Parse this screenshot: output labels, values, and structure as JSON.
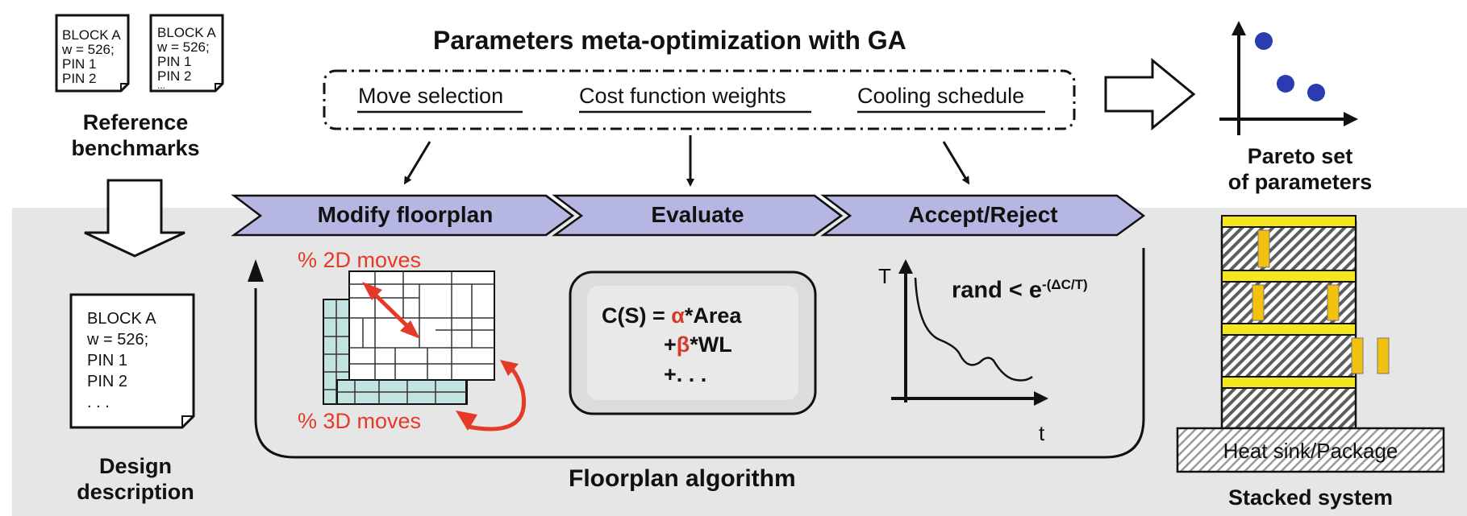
{
  "title": "Parameters meta-optimization with GA",
  "parameters": {
    "items": [
      {
        "label": "Move selection"
      },
      {
        "label": "Cost function weights"
      },
      {
        "label": "Cooling schedule"
      }
    ]
  },
  "reference": {
    "caption_line1": "Reference",
    "caption_line2": "benchmarks",
    "doc_lines": [
      "BLOCK A",
      "w = 526;",
      "PIN 1",
      "PIN 2",
      "..."
    ]
  },
  "design": {
    "caption_line1": "Design",
    "caption_line2": "description",
    "doc_lines": [
      "BLOCK A",
      "w = 526;",
      "PIN 1",
      "PIN 2",
      ". . ."
    ]
  },
  "pipeline": {
    "steps": [
      {
        "label": "Modify floorplan"
      },
      {
        "label": "Evaluate"
      },
      {
        "label": "Accept/Reject"
      }
    ]
  },
  "moves": {
    "label_2d": "% 2D moves",
    "label_3d": "% 3D moves"
  },
  "cost": {
    "line1_prefix": "C(S) = ",
    "alpha": "α",
    "line1_suffix": "*Area",
    "line2_prefix": "+",
    "beta": "β",
    "line2_suffix": "*WL",
    "line3": "+. . ."
  },
  "annealing": {
    "t_axis": "T",
    "time_axis": "t",
    "rule_prefix": "rand < e",
    "rule_exponent": "-(ΔC/T)"
  },
  "floorplan_caption": "Floorplan algorithm",
  "pareto": {
    "caption_line1": "Pareto set",
    "caption_line2": "of parameters"
  },
  "stack": {
    "heat_sink": "Heat sink/Package",
    "caption": "Stacked system"
  },
  "colors": {
    "chevron_fill": "#b5b7e2",
    "band_fill": "#e6e6e6",
    "red_accent": "#e53a27",
    "pareto_dot": "#2a3db0",
    "tsv_yellow": "#f3c10f",
    "layer_yellow": "#f5e71f",
    "floorplan_teal": "#c2e3df"
  }
}
